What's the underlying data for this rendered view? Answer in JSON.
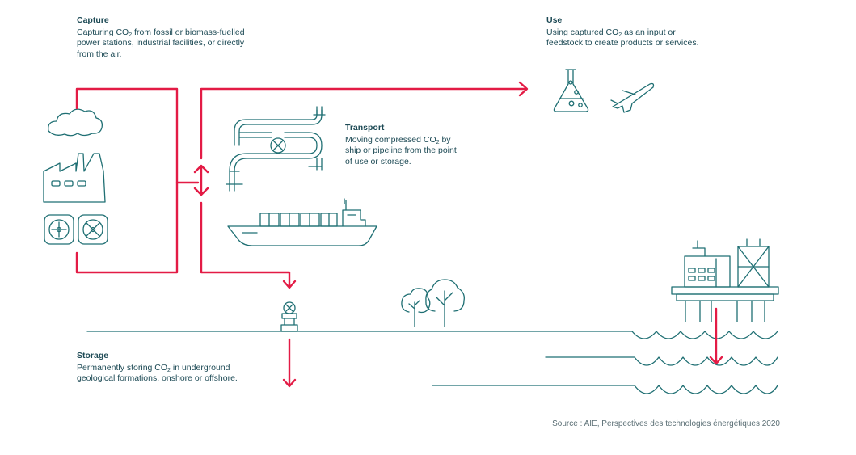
{
  "capture": {
    "title": "Capture",
    "line1_a": "Capturing CO",
    "line1_sub": "2",
    "line1_b": " from fossil or biomass-fuelled",
    "line2": "power stations, industrial facilities, or directly",
    "line3": "from the air."
  },
  "use": {
    "title": "Use",
    "line1_a": "Using captured CO",
    "line1_sub": "2",
    "line1_b": " as an input or",
    "line2": "feedstock to create products or services."
  },
  "transport": {
    "title": "Transport",
    "line1_a": "Moving compressed CO",
    "line1_sub": "2",
    "line1_b": " by",
    "line2": "ship or pipeline from the point",
    "line3": "of use or storage."
  },
  "storage": {
    "title": "Storage",
    "line1_a": "Permanently storing CO",
    "line1_sub": "2",
    "line1_b": " in underground",
    "line2": "geological formations, onshore or offshore."
  },
  "source": "Source : AIE, Perspectives des technologies énergétiques 2020",
  "colors": {
    "flow": "#e31b45",
    "icon": "#1f6f73",
    "text": "#1d4a55"
  },
  "icons": [
    "cloud-icon",
    "factory-icon",
    "fan-icon",
    "flask-icon",
    "airplane-icon",
    "pipeline-icon",
    "ship-icon",
    "wellhead-icon",
    "tree-icon",
    "offshore-platform-icon",
    "wave-icon"
  ]
}
